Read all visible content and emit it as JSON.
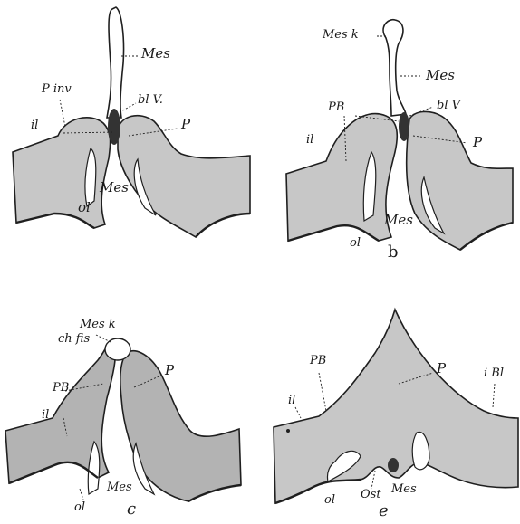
{
  "figure": {
    "panel_a": {
      "labels": {
        "mes_top": "Mes",
        "pinv": "P inv",
        "blv": "bl V.",
        "il": "il",
        "p": "P",
        "mes_bottom": "Mes",
        "ol": "ol"
      }
    },
    "panel_b": {
      "letter": "b",
      "labels": {
        "mesk": "Mes k",
        "mes_top": "Mes",
        "pb": "PB",
        "blv": "bl V",
        "il": "il",
        "p": "P",
        "mes_bottom": "Mes",
        "ol": "ol"
      }
    },
    "panel_c": {
      "letter": "c",
      "labels": {
        "mesk": "Mes k",
        "chfis": "ch fis",
        "p": "P",
        "pb": "PB",
        "il": "il",
        "mes": "Mes",
        "ol": "ol"
      }
    },
    "panel_e": {
      "letter": "e",
      "labels": {
        "pb": "PB",
        "p": "P",
        "ibl": "i Bl",
        "il": "il",
        "ol": "ol",
        "ost": "Ost",
        "mes": "Mes"
      }
    },
    "colors": {
      "tissue": "#c7c7c7",
      "tissue_dark": "#b3b3b3",
      "outline": "#1f1f1f",
      "cavity": "#ffffff",
      "vessel": "#333333"
    }
  }
}
